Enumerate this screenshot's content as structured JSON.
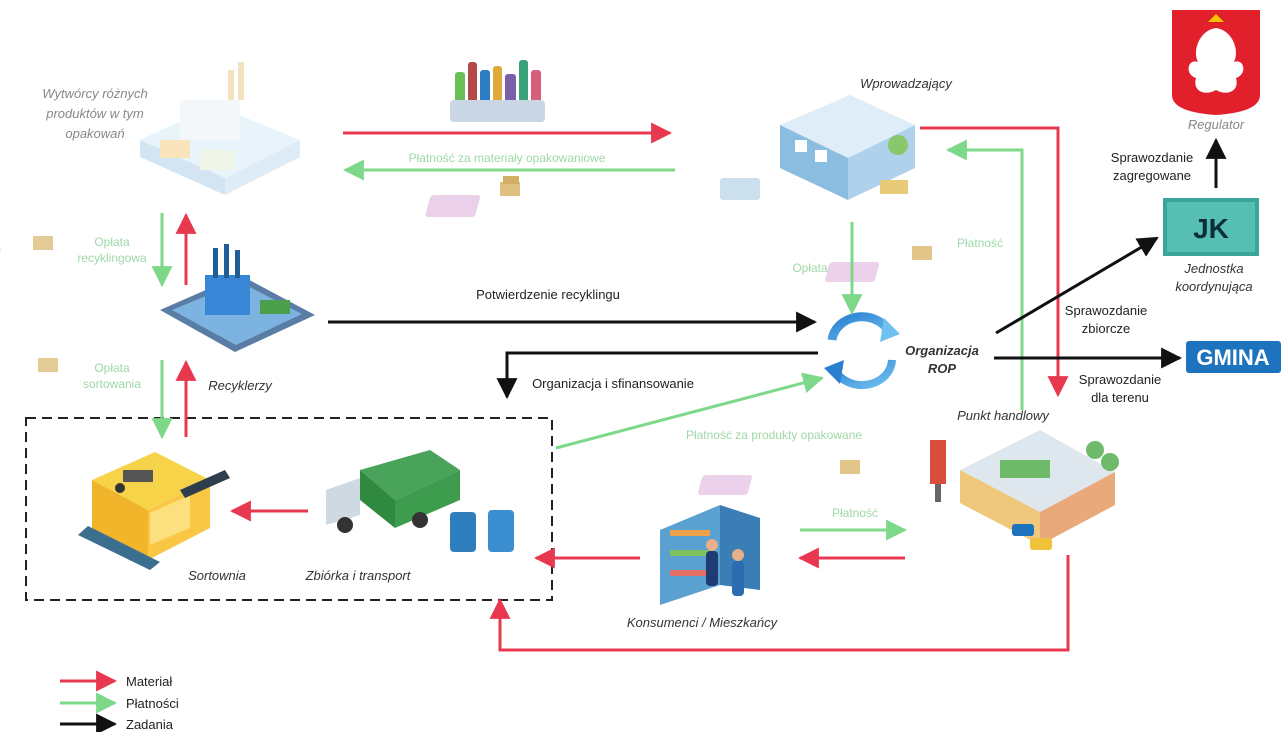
{
  "nodes": {
    "producers": {
      "label_line1": "Wytwórcy różnych",
      "label_line2": "produktów w tym",
      "label_line3": "opakowań"
    },
    "introducers": {
      "label": "Wprowadzający"
    },
    "regulator": {
      "label": "Regulator"
    },
    "coordinating_unit": {
      "badge": "JK",
      "label_line1": "Jednostka",
      "label_line2": "koordynująca"
    },
    "rop": {
      "label_line1": "Organizacja",
      "label_line2": "ROP"
    },
    "gmina": {
      "badge": "GMINA"
    },
    "recyclers": {
      "label": "Recyklerzy"
    },
    "retail": {
      "label": "Punkt handlowy"
    },
    "sorting": {
      "label": "Sortownia"
    },
    "collection": {
      "label": "Zbiórka i transport"
    },
    "consumers": {
      "label": "Konsumenci / Mieszkańcy"
    }
  },
  "edges": {
    "recycling_confirmation": "Potwierdzenie recyklingu",
    "organization_financing": "Organizacja i sfinansowanie",
    "report_aggregated_line1": "Sprawozdanie",
    "report_aggregated_line2": "zagregowane",
    "report_collective_line1": "Sprawozdanie",
    "report_collective_line2": "zbiorcze",
    "report_territory_line1": "Sprawozdanie",
    "report_territory_line2": "dla terenu",
    "faint_payments_top": "Płatność za materiały opakowaniowe",
    "faint_fee": "Opłata",
    "faint_price": "Płatność",
    "faint_left_top_line1": "Opłata",
    "faint_left_top_line2": "recyklingowa",
    "faint_left_bottom_line1": "Opłata",
    "faint_left_bottom_line2": "sortowania",
    "faint_product_payment": "Płatność za produkty opakowane",
    "faint_payment_consumer": "Płatność"
  },
  "legend": [
    {
      "label": "Materiał",
      "color": "#e8384f"
    },
    {
      "label": "Płatności",
      "color": "#7dd88a"
    },
    {
      "label": "Zadania",
      "color": "#111111"
    }
  ],
  "colors": {
    "material": "#e8384f",
    "payments": "#7dd88a",
    "tasks": "#111111",
    "jk_badge": "#3aa59a",
    "gmina_badge": "#1e73be",
    "regulator_red": "#e2202b"
  }
}
